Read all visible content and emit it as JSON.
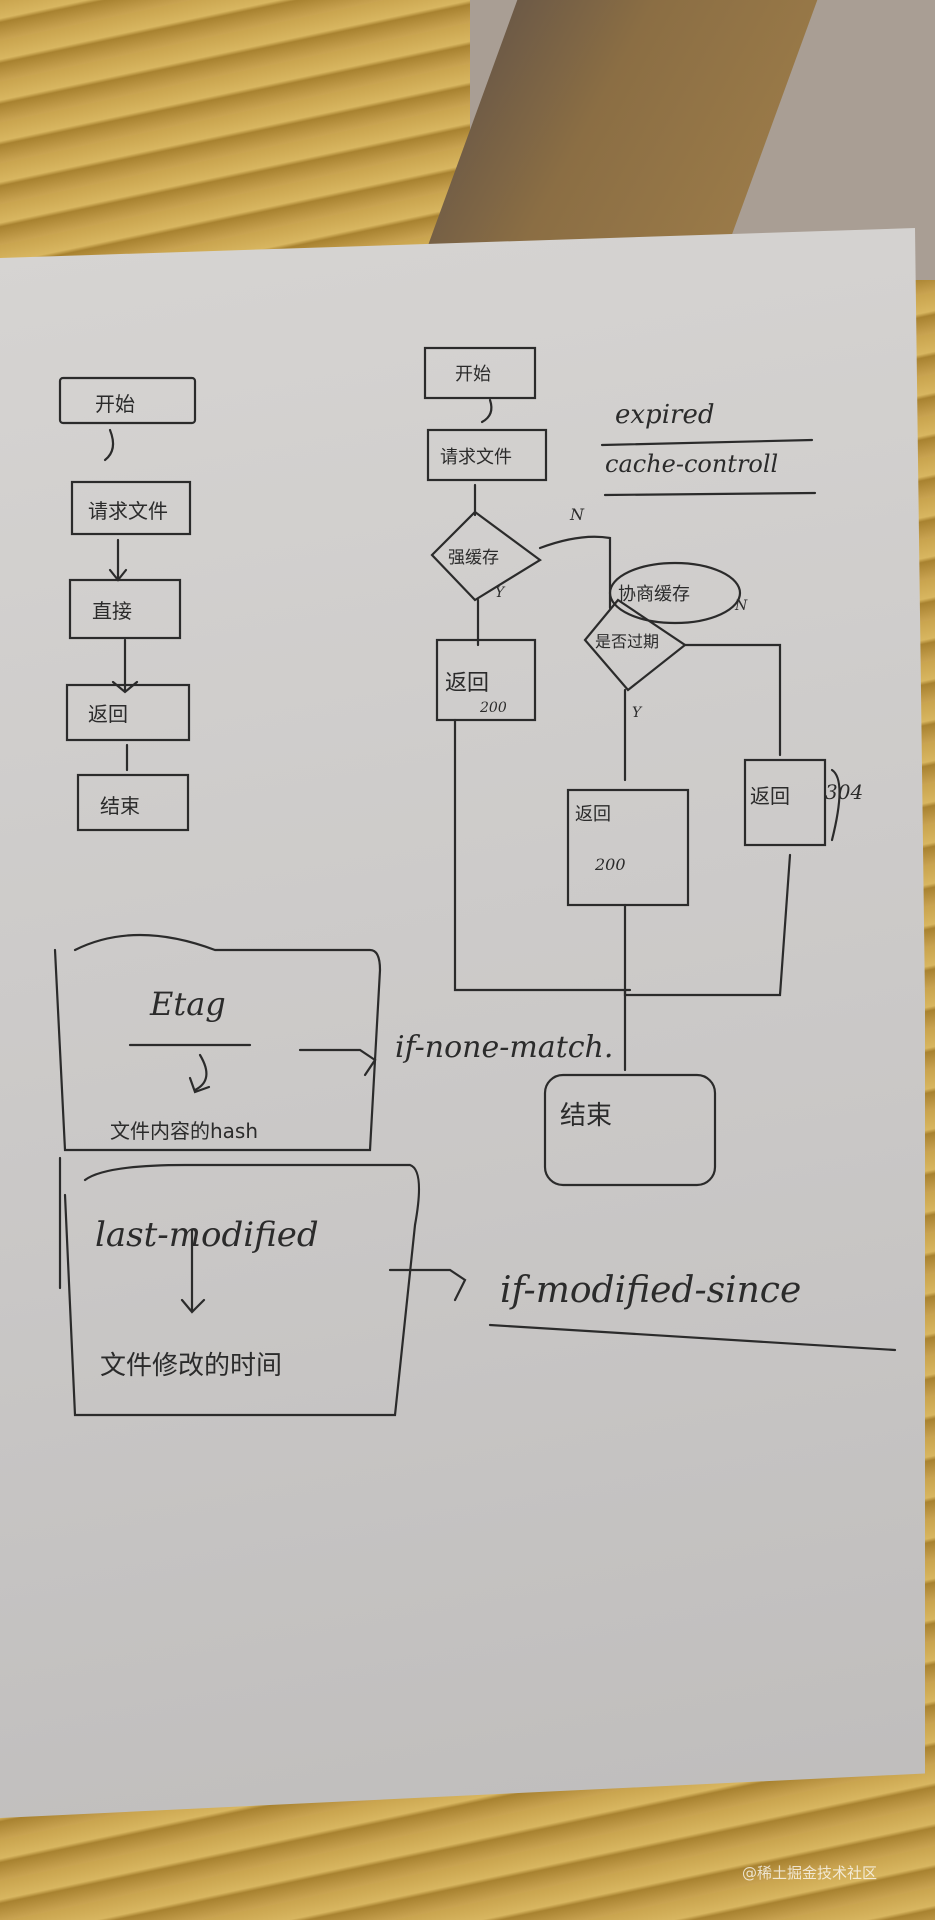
{
  "scene": {
    "description": "Photo of a handwritten flowchart on paper, lying on a bamboo mat, about HTTP browser caching",
    "background": "bamboo mat",
    "colors": {
      "paper": "#cfcdcb",
      "ink": "#2b2b2b",
      "mat": "#c9a44e"
    }
  },
  "left_flow": {
    "nodes": [
      "开始",
      "请求文件",
      "直接",
      "返回",
      "结束"
    ]
  },
  "right_flow": {
    "start": "开始",
    "request": "请求文件",
    "strong_cache": "强缓存",
    "strong_yes_label": "Y",
    "strong_no_label": "N",
    "return_200_cached": "返回",
    "return_200_cached_code": "200",
    "negotiate_cache": "协商缓存",
    "expired_check": "是否过期",
    "expired_yes_label": "Y",
    "expired_no_label": "N",
    "return_200": "返回",
    "return_200_code": "200",
    "return_304": "返回",
    "return_304_code": "304",
    "end": "结束"
  },
  "notes": {
    "strong_headers": [
      "expired",
      "cache-controll"
    ],
    "etag_box": {
      "title": "Etag",
      "desc": "文件内容的hash",
      "arrow_to": "if-none-match."
    },
    "last_modified_box": {
      "title": "last-modified",
      "desc": "文件修改的时间",
      "arrow_to": "if-modified-since"
    }
  },
  "watermark": "@稀土掘金技术社区"
}
